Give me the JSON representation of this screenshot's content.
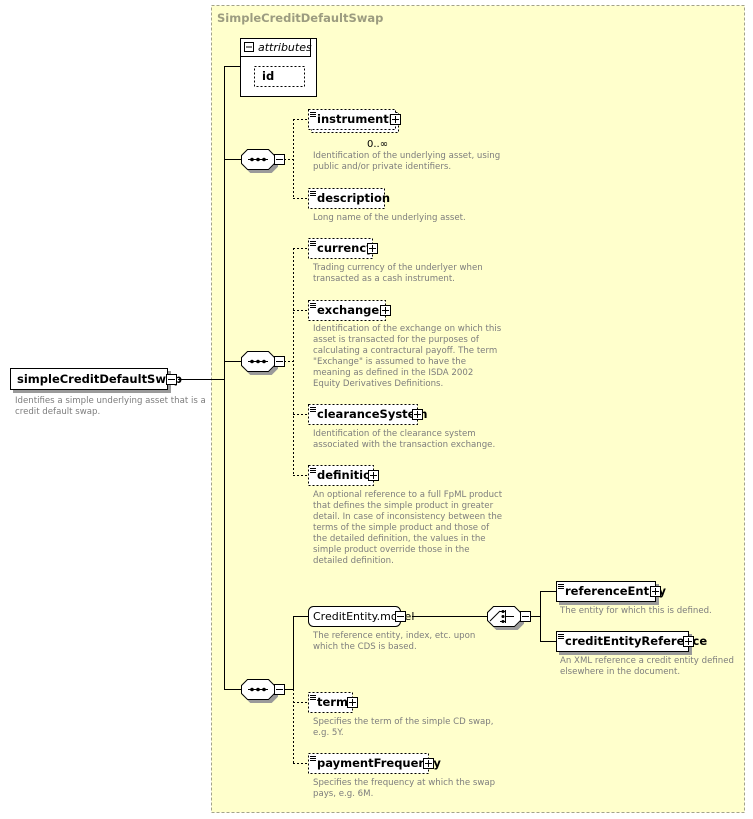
{
  "container": {
    "title": "SimpleCreditDefaultSwap"
  },
  "attributes": {
    "title": "attributes",
    "items": [
      {
        "name": "id"
      }
    ]
  },
  "root": {
    "name": "simpleCreditDefaultSwap",
    "doc": [
      "Identifies a simple underlying asset that is a",
      "credit default swap."
    ]
  },
  "elements": {
    "instrumentId": {
      "name": "instrumentId",
      "occurs": "0..∞",
      "doc": [
        "Identification of the underlying asset, using",
        "public and/or private identifiers."
      ]
    },
    "description": {
      "name": "description",
      "doc": [
        "Long name of the underlying asset."
      ]
    },
    "currency": {
      "name": "currency",
      "doc": [
        "Trading currency of the underlyer when",
        "transacted as a cash instrument."
      ]
    },
    "exchangeId": {
      "name": "exchangeId",
      "doc": [
        "Identification of the exchange on which this",
        "asset is transacted for the purposes of",
        "calculating a contractural payoff. The term",
        "\"Exchange\" is assumed to have the",
        "meaning as defined in the ISDA 2002",
        "Equity Derivatives Definitions."
      ]
    },
    "clearanceSystem": {
      "name": "clearanceSystem",
      "doc": [
        "Identification of the clearance system",
        "associated with the transaction exchange."
      ]
    },
    "definition": {
      "name": "definition",
      "doc": [
        "An optional reference to a full FpML product",
        "that defines the simple product in greater",
        "detail. In case of inconsistency between the",
        "terms of the simple product and those of",
        "the detailed definition, the values in the",
        "simple product override those in the",
        "detailed definition."
      ]
    },
    "creditEntityModel": {
      "name": "CreditEntity.model",
      "doc": [
        "The reference entity, index, etc. upon",
        "which the CDS is based."
      ]
    },
    "referenceEntity": {
      "name": "referenceEntity",
      "doc": [
        "The entity for which this is defined."
      ]
    },
    "creditEntityReference": {
      "name": "creditEntityReference",
      "doc": [
        "An XML reference a credit entity defined",
        "elsewhere in the document."
      ]
    },
    "term": {
      "name": "term",
      "doc": [
        "Specifies the term of the simple CD swap,",
        "e.g. 5Y."
      ]
    },
    "paymentFrequency": {
      "name": "paymentFrequency",
      "doc": [
        "Specifies the frequency at which the swap",
        "pays, e.g. 6M."
      ]
    }
  },
  "colors": {
    "container_fill": "#ffffcc",
    "container_border": "#a3a38a",
    "doc_text": "#7d7d7d"
  }
}
